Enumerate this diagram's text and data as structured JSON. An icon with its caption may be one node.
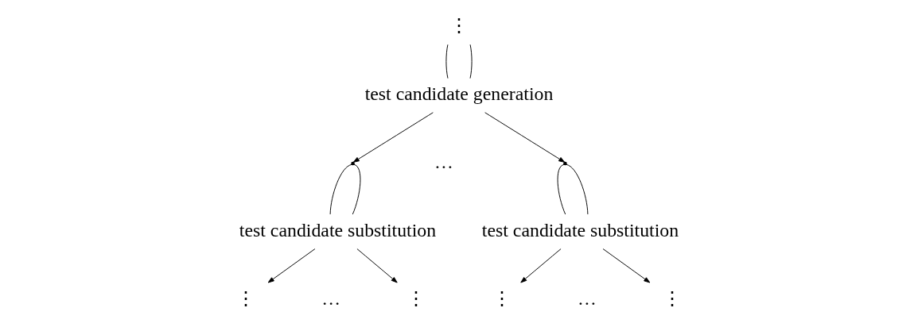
{
  "diagram": {
    "nodes": [
      {
        "text": [
          "⋮"
        ]
      },
      {
        "text": [
          "test candidate generation"
        ]
      },
      {
        "text": [],
        "shape": "point"
      },
      {
        "text": [],
        "shape": "point"
      },
      {
        "text": [
          "test candidate substitution"
        ]
      },
      {
        "text": [
          "test candidate substitution"
        ]
      },
      {
        "text": [
          "⋮"
        ]
      },
      {
        "text": [
          "⋮"
        ]
      },
      {
        "text": [
          "⋮"
        ]
      },
      {
        "text": [
          "⋮"
        ]
      }
    ],
    "edges": [
      {
        "from": 0,
        "to": 1,
        "arrow": "none"
      },
      {
        "from": 0,
        "to": 1,
        "arrow": "none"
      },
      {
        "from": 1,
        "to": 2,
        "arrow": "to"
      },
      {
        "from": 1,
        "to": 3,
        "arrow": "to"
      },
      {
        "from": 2,
        "to": 4,
        "arrow": "none"
      },
      {
        "from": 2,
        "to": 4,
        "arrow": "none"
      },
      {
        "from": 3,
        "to": 5,
        "arrow": "none"
      },
      {
        "from": 3,
        "to": 5,
        "arrow": "none"
      },
      {
        "from": 4,
        "to": 6,
        "arrow": "to"
      },
      {
        "from": 4,
        "to": 7,
        "arrow": "to"
      },
      {
        "from": 5,
        "to": 8,
        "arrow": "to"
      },
      {
        "from": 5,
        "to": 9,
        "arrow": "to"
      }
    ],
    "labels": [
      "…",
      "…",
      "…"
    ]
  }
}
